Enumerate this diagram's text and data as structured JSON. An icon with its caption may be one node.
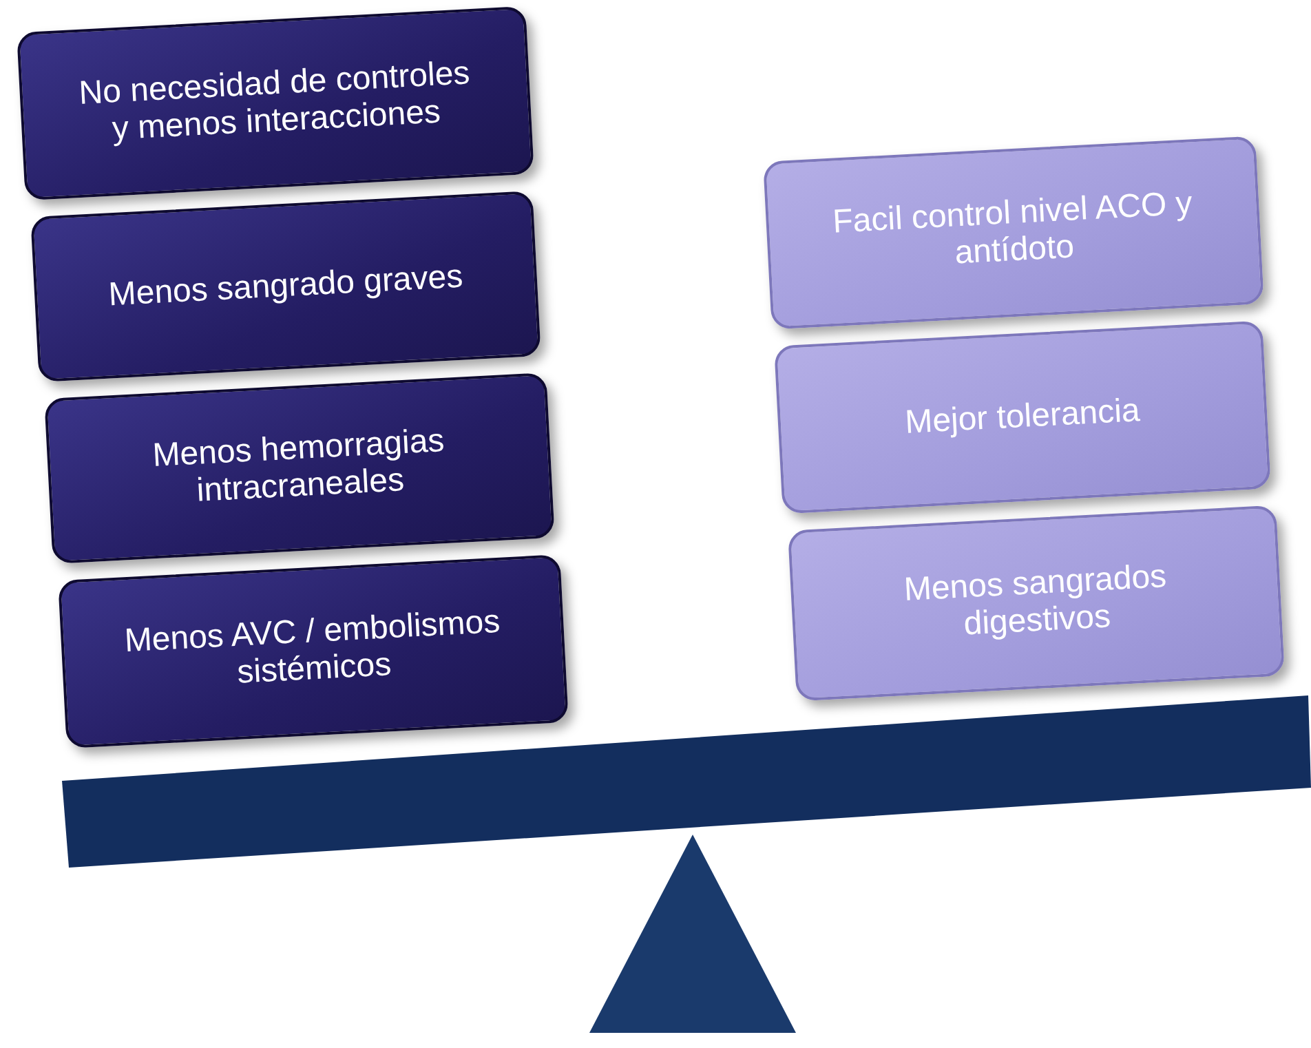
{
  "diagram": {
    "nodes": [
      {
        "text": [
          "No necesidad de controles y menos interacciones"
        ]
      },
      {
        "text": [
          "Menos sangrado graves"
        ]
      },
      {
        "text": [
          "Menos hemorragias intracraneales"
        ]
      },
      {
        "text": [
          "Menos AVC / embolismos sistémicos"
        ]
      },
      {
        "text": [
          "Facil control nivel ACO y antídoto"
        ]
      },
      {
        "text": [
          "Mejor tolerancia"
        ]
      },
      {
        "text": [
          "Menos sangrados digestivos"
        ]
      }
    ]
  }
}
